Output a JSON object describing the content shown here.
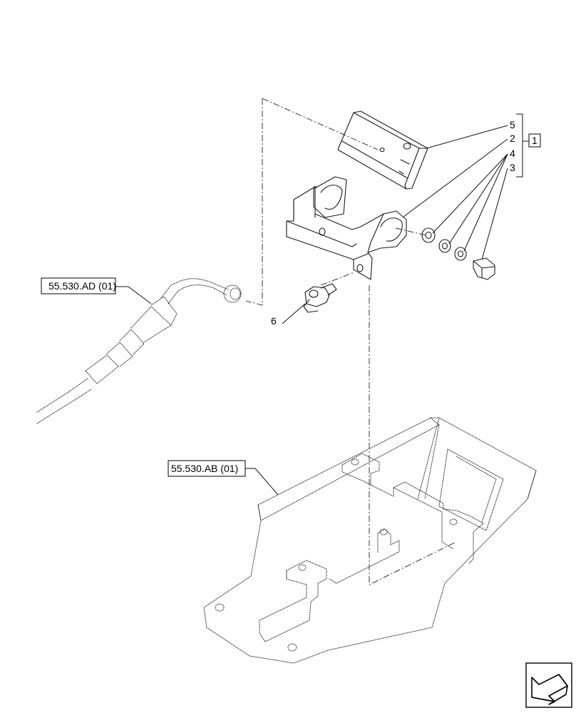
{
  "callouts": {
    "item_5": "5",
    "item_2": "2",
    "item_4": "4",
    "item_3": "3",
    "item_6": "6",
    "group_1": "1"
  },
  "references": {
    "ad": "55.530.AD (01)",
    "ab": "55.530.AB (01)"
  },
  "icons": {
    "nav": "direction-arrow-icon"
  }
}
